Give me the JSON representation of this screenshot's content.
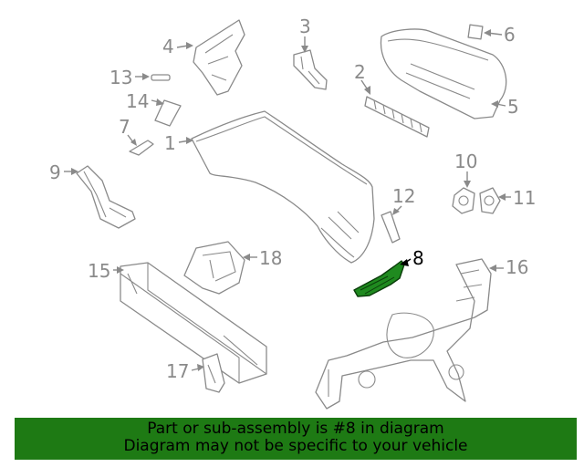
{
  "diagram": {
    "callouts": [
      "1",
      "2",
      "3",
      "4",
      "5",
      "6",
      "7",
      "8",
      "9",
      "10",
      "11",
      "12",
      "13",
      "14",
      "15",
      "16",
      "17",
      "18"
    ],
    "highlighted_part": "8",
    "highlight_color": "#1f8a1f",
    "line_color": "#8a8a8a"
  },
  "banner": {
    "line1": "Part or sub-assembly is #8 in diagram",
    "line2": "Diagram may not be specific to your vehicle",
    "background": "#1e7a14"
  }
}
